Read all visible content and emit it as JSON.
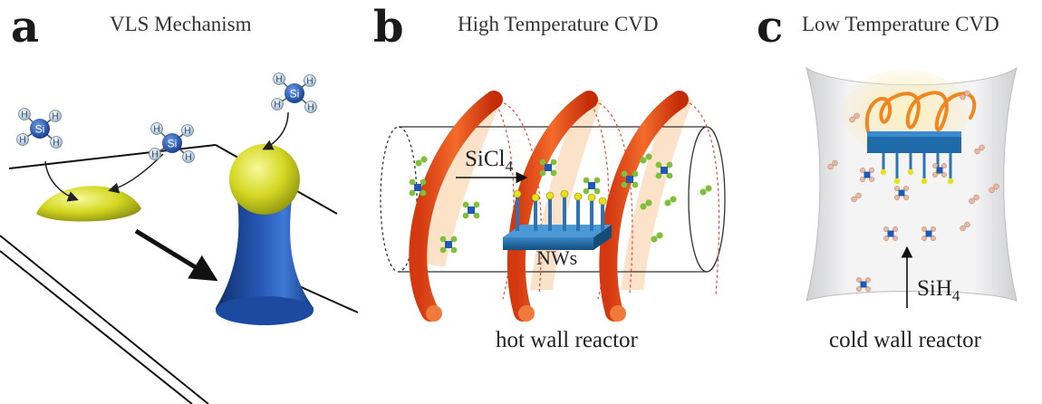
{
  "panels": {
    "a": {
      "letter": "a",
      "title": "VLS Mechanism"
    },
    "b": {
      "letter": "b",
      "title": "High Temperature CVD",
      "precursor_prefix": "SiCl",
      "precursor_sub": "4",
      "nanowire_label": "NWs",
      "caption": "hot wall reactor"
    },
    "c": {
      "letter": "c",
      "title": "Low Temperature CVD",
      "precursor_prefix": "SiH",
      "precursor_sub": "4",
      "caption": "cold wall reactor"
    }
  },
  "molecule": {
    "center": "Si",
    "ligand": "H"
  },
  "colors": {
    "substrate_blue": "#1f5fae",
    "catalyst_yellow": "#d8dc2a",
    "heater_orange": "#e8501c",
    "silicon_blue": "#2a5db0",
    "ligand_green": "#7fbf3a"
  }
}
